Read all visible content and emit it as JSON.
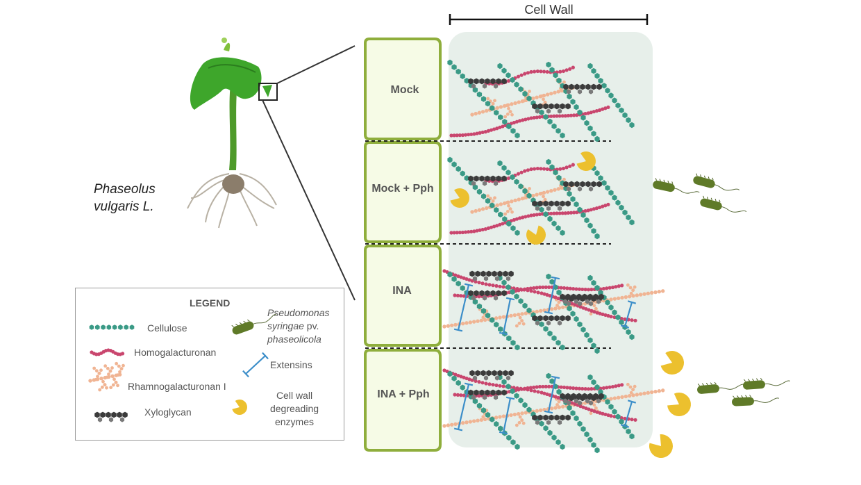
{
  "species": {
    "line1": "Phaseolus",
    "line2": "vulgaris L."
  },
  "cell_wall_label": "Cell Wall",
  "treatments": [
    "Mock",
    "Mock + Pph",
    "INA",
    "INA + Pph"
  ],
  "legend": {
    "title": "LEGEND",
    "cellulose": "Cellulose",
    "homogalacturonan": "Homogalacturonan",
    "rhamnogalacturonan": "Rhamnogalacturonan I",
    "xyloglycan": "Xyloglycan",
    "pseudomonas": {
      "italic1": "Pseudomonas",
      "italic2": "syringae",
      "pv": " pv.",
      "italic3": "phaseolicola"
    },
    "extensins": "Extensins",
    "enzymes": {
      "line1": "Cell wall",
      "line2": "degreading",
      "line3": "enzymes"
    }
  },
  "colors": {
    "cellulose": "#3a9a86",
    "homogalacturonan": "#c9466e",
    "rhamnogalacturonan": "#f0b493",
    "xyloglycan": "#3b3b3b",
    "extensin": "#3c8ec9",
    "enzyme": "#ecc02e",
    "bacteria": "#5f7a28",
    "cell_fill": "#f6fbe6",
    "cell_border": "#8fae3c",
    "wall_bg": "#e7efea"
  }
}
